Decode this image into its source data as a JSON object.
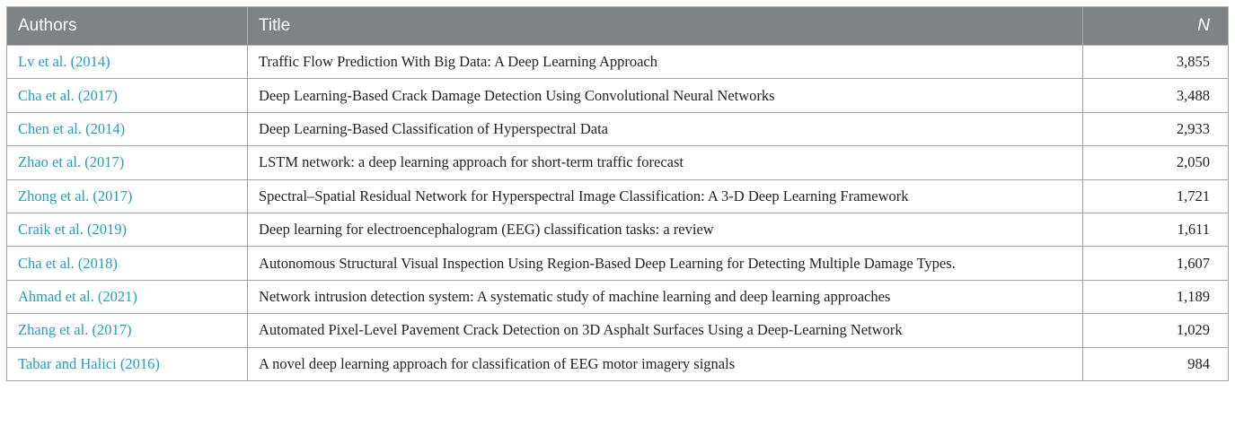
{
  "table": {
    "headers": {
      "authors": "Authors",
      "title": "Title",
      "n": "N"
    },
    "rows": [
      {
        "authors": "Lv et al. (2014)",
        "title": "Traffic Flow Prediction With Big Data: A Deep Learning Approach",
        "n": "3,855"
      },
      {
        "authors": "Cha et al. (2017)",
        "title": "Deep Learning-Based Crack Damage Detection Using Convolutional Neural Networks",
        "n": "3,488"
      },
      {
        "authors": "Chen et al. (2014)",
        "title": "Deep Learning-Based Classification of Hyperspectral Data",
        "n": "2,933"
      },
      {
        "authors": "Zhao et al. (2017)",
        "title": "LSTM network: a deep learning approach for short-term traffic forecast",
        "n": "2,050"
      },
      {
        "authors": "Zhong et al. (2017)",
        "title": "Spectral–Spatial Residual Network for Hyperspectral Image Classification: A 3-D Deep Learning Framework",
        "n": "1,721"
      },
      {
        "authors": "Craik et al. (2019)",
        "title": "Deep learning for electroencephalogram (EEG) classification tasks: a review",
        "n": "1,611"
      },
      {
        "authors": "Cha et al. (2018)",
        "title": "Autonomous Structural Visual Inspection Using Region-Based Deep Learning for Detecting Multiple Damage Types.",
        "n": "1,607"
      },
      {
        "authors": "Ahmad et al. (2021)",
        "title": "Network intrusion detection system: A systematic study of machine learning and deep learning approaches",
        "n": "1,189"
      },
      {
        "authors": "Zhang et al. (2017)",
        "title": "Automated Pixel-Level Pavement Crack Detection on 3D Asphalt Surfaces Using a Deep-Learning Network",
        "n": "1,029"
      },
      {
        "authors": "Tabar and Halici (2016)",
        "title": "A novel deep learning approach for classification of EEG motor imagery signals",
        "n": "984"
      }
    ]
  },
  "colors": {
    "header_bg": "#7f8385",
    "header_text": "#ffffff",
    "author_link": "#1ba0c2",
    "body_text": "#222222",
    "grid": "#9fa3a5"
  }
}
